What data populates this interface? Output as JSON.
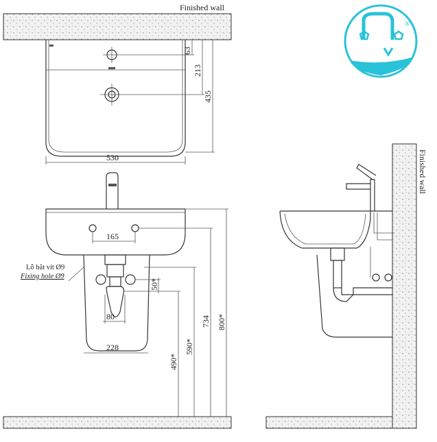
{
  "labels": {
    "finished_wall_top": "Finished wall",
    "finished_wall_side": "Finished wall",
    "fixing_hole_vi": "Lỗ bắt vít Ø9",
    "fixing_hole_en": "Fixing hole Ø9"
  },
  "dimensions": {
    "tap_hole_offset": "63",
    "drain_offset": "213",
    "depth": "435",
    "width": "530",
    "fixing_spacing": "165",
    "waste_offset": "50*",
    "trap_width": "80",
    "pedestal_width": "228",
    "waste_height": "490*",
    "supply_height": "590*",
    "fixing_height": "734",
    "rim_height": "800*"
  },
  "logo": {
    "mark": "®",
    "color": "#29c2d8",
    "icon": "faucet-water-logo"
  }
}
